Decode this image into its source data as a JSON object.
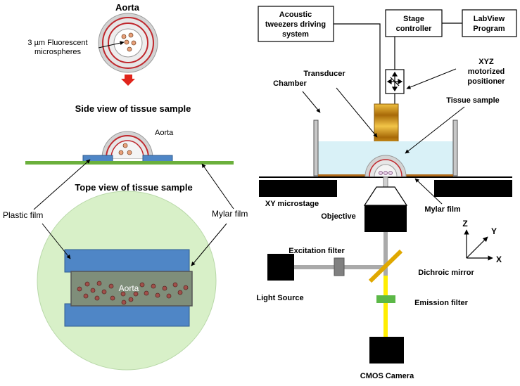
{
  "labels": {
    "aorta_title": "Aorta",
    "microspheres_line1": "3 µm Fluorescent",
    "microspheres_line2": "microspheres",
    "side_view_title": "Side view of tissue sample",
    "side_aorta": "Aorta",
    "top_view_title": "Tope view of tissue sample",
    "plastic_film": "Plastic film",
    "mylar_film_left": "Mylar film",
    "top_aorta": "Aorta",
    "tweezers_line1": "Acoustic",
    "tweezers_line2": "tweezers driving",
    "tweezers_line3": "system",
    "stage_line1": "Stage",
    "stage_line2": "controller",
    "labview_line1": "LabView",
    "labview_line2": "Program",
    "xyz_line1": "XYZ",
    "xyz_line2": "motorized",
    "xyz_line3": "positioner",
    "transducer": "Transducer",
    "chamber": "Chamber",
    "tissue_sample": "Tissue sample",
    "xy_microstage": "XY microstage",
    "objective": "Objective",
    "mylar_film_right": "Mylar film",
    "excitation_filter": "Excitation filter",
    "dichroic_mirror": "Dichroic mirror",
    "light_source": "Light Source",
    "emission_filter": "Emission filter",
    "cmos_camera": "CMOS Camera",
    "axis_z": "Z",
    "axis_y": "Y",
    "axis_x": "X"
  },
  "colors": {
    "vessel_outer": "#c8c8c8",
    "vessel_red": "#c0282d",
    "microsphere": "#e8a07a",
    "mylar_green": "#6bb03c",
    "plastic_blue": "#4f86c6",
    "top_view_circle": "#d8f0c8",
    "laser_yellow": "#ffee00",
    "transducer_gold": "#c8880f",
    "chamber_water": "#d9f1f7",
    "filter_green": "#5cb847",
    "dichroic_gold": "#e0a800",
    "arrow_red": "#e0241b"
  }
}
